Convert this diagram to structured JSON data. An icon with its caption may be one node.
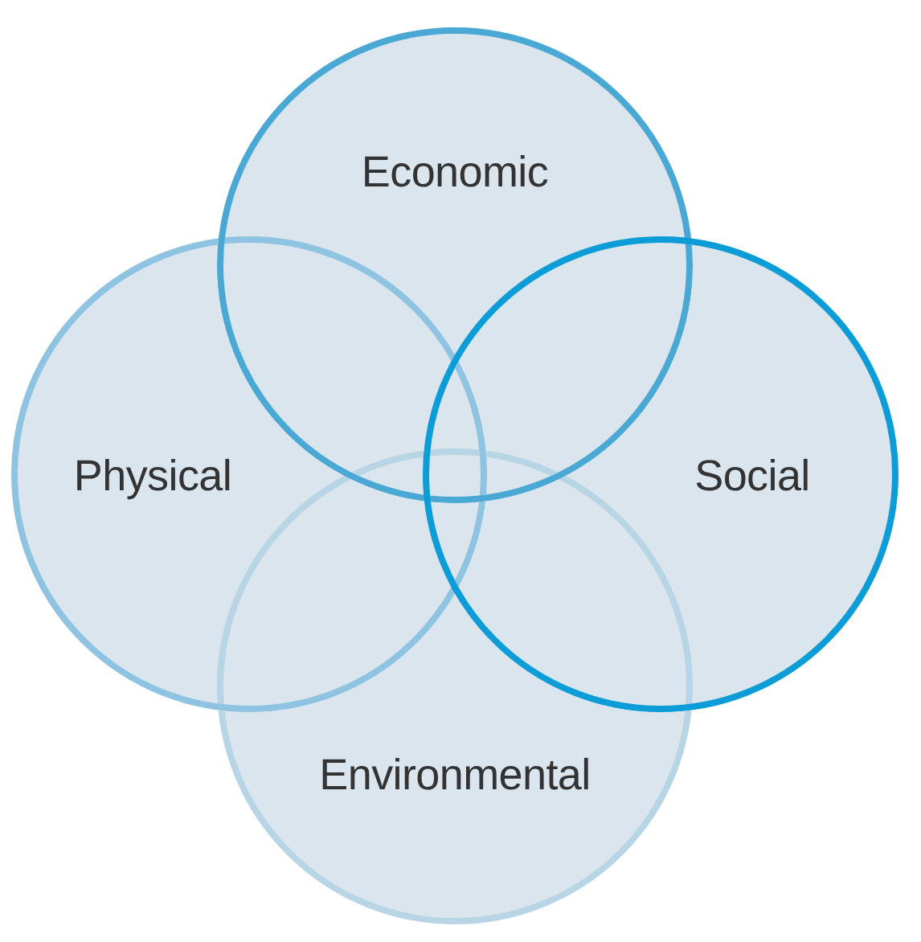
{
  "diagram": {
    "nodes": [
      {
        "text": [
          "Economic"
        ]
      },
      {
        "text": [
          "Physical"
        ]
      },
      {
        "text": [
          "Social"
        ]
      },
      {
        "text": [
          "Environmental"
        ]
      }
    ]
  }
}
